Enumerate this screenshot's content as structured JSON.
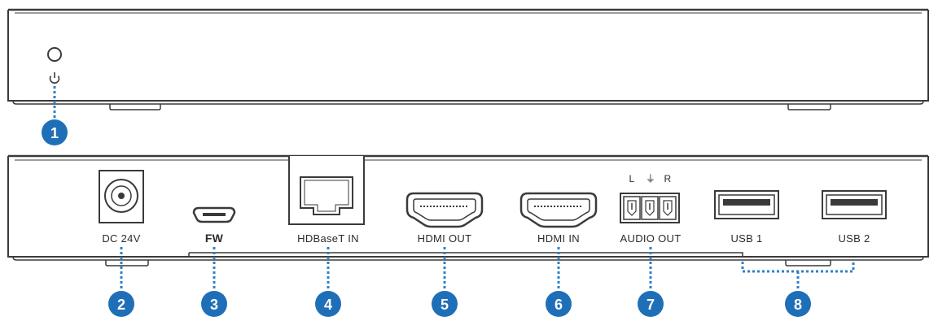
{
  "colors": {
    "outline": "#3a3a3a",
    "callout": "#1f6fb8",
    "leader": "#2f80c8",
    "background": "#ffffff"
  },
  "front_panel": {
    "power_led": {
      "icon": "led-circle-icon"
    },
    "power_symbol": {
      "icon": "power-icon"
    },
    "callout": "1"
  },
  "rear_panel": {
    "ports": [
      {
        "label": "DC 24V",
        "icon": "dc-jack-icon",
        "callout": "2"
      },
      {
        "label": "FW",
        "icon": "micro-usb-icon",
        "callout": "3"
      },
      {
        "label": "HDBaseT IN",
        "icon": "rj45-icon",
        "callout": "4"
      },
      {
        "label": "HDMI OUT",
        "icon": "hdmi-port-icon",
        "callout": "5"
      },
      {
        "label": "HDMI IN",
        "icon": "hdmi-port-icon",
        "callout": "6"
      },
      {
        "label": "AUDIO OUT",
        "icon": "terminal-block-icon",
        "callout": "7",
        "pins": {
          "left": "L",
          "ground": "⏚",
          "right": "R"
        }
      },
      {
        "label": "USB 1",
        "icon": "usb-a-icon"
      },
      {
        "label": "USB 2",
        "icon": "usb-a-icon"
      }
    ],
    "usb_group_callout": "8"
  }
}
